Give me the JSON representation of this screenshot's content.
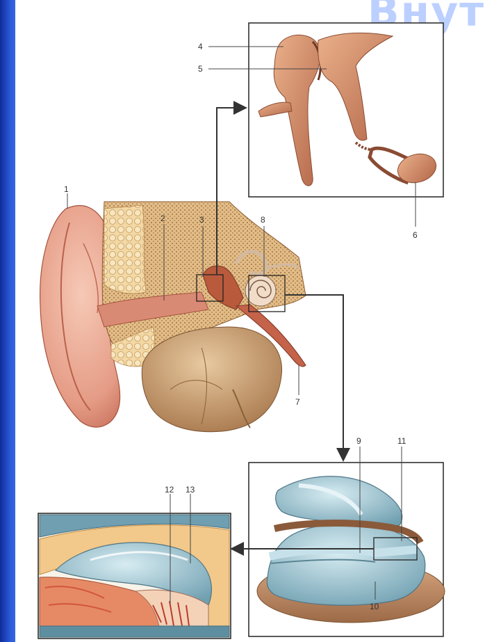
{
  "banner_text": "Внут",
  "labels": [
    {
      "id": "1",
      "text": "1"
    },
    {
      "id": "2",
      "text": "2"
    },
    {
      "id": "3",
      "text": "3"
    },
    {
      "id": "4",
      "text": "4"
    },
    {
      "id": "5",
      "text": "5"
    },
    {
      "id": "6",
      "text": "6"
    },
    {
      "id": "7",
      "text": "7"
    },
    {
      "id": "8",
      "text": "8"
    },
    {
      "id": "9",
      "text": "9"
    },
    {
      "id": "10",
      "text": "10"
    },
    {
      "id": "11",
      "text": "11"
    },
    {
      "id": "12",
      "text": "12"
    },
    {
      "id": "13",
      "text": "13"
    }
  ],
  "colors": {
    "background": "#1d3fb8",
    "skin": "#e8a58f",
    "bone": "#e9c493",
    "cochlea": "#9fc3cf"
  }
}
